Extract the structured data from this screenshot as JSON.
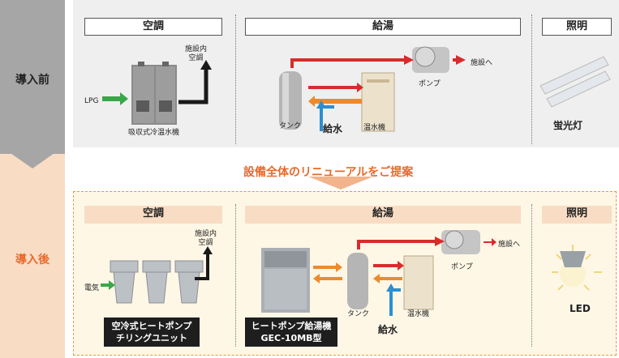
{
  "before": {
    "band_label": "導入前",
    "ac": {
      "title": "空調",
      "machine_label": "吸収式冷温水機",
      "input_label": "LPG",
      "output_label": "施設内\n空調"
    },
    "hw": {
      "title": "給湯",
      "tank_label": "タンク",
      "heater_label": "温水機",
      "pump_label": "ポンプ",
      "water_label": "給水",
      "dest_label": "施設へ"
    },
    "light": {
      "title": "照明",
      "item_label": "蛍光灯"
    }
  },
  "proposal": "設備全体のリニューアルをご提案",
  "after": {
    "band_label": "導入後",
    "ac": {
      "title": "空調",
      "input_label": "電気",
      "output_label": "施設内\n空調",
      "machine_label": "空冷式ヒートポンプ\nチリングユニット"
    },
    "hw": {
      "title": "給湯",
      "tank_label": "タンク",
      "heater_label": "温水機",
      "pump_label": "ポンプ",
      "water_label": "給水",
      "dest_label": "施設へ",
      "machine_label": "ヒートポンプ給湯機\nGEC-10MB型"
    },
    "light": {
      "title": "照明",
      "item_label": "LED"
    }
  },
  "colors": {
    "hot": "#d92b2b",
    "warm": "#ee8a2a",
    "cold": "#2b8fd0",
    "input": "#3aa64a",
    "accent": "#e8692a"
  }
}
